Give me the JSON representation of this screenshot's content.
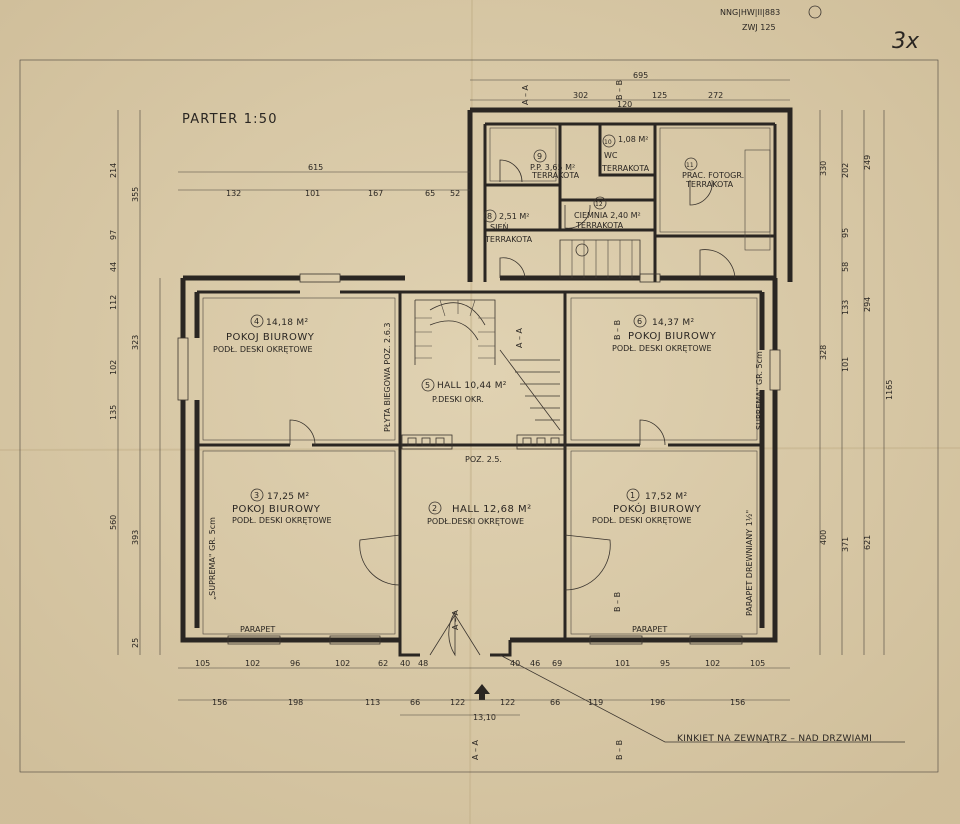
{
  "title": "PARTER 1:50",
  "sheet_marks": {
    "top_code": "NNG|HW|II|883",
    "top_code2": "ZWJ 125",
    "corner": "3x"
  },
  "rooms": [
    {
      "num": "1",
      "area": "17,52 M²",
      "name": "POKÓJ BIUROWY",
      "floor": "PODŁ. DESKI OKRĘTOWE"
    },
    {
      "num": "2",
      "area": "HALL 12,68 M²",
      "name": "",
      "floor": "PODŁ.DESKI OKRĘTOWE"
    },
    {
      "num": "3",
      "area": "17,25 M²",
      "name": "POKOJ BIUROWY",
      "floor": "PODŁ. DESKI OKRĘTOWE"
    },
    {
      "num": "4",
      "area": "14,18 M²",
      "name": "POKOJ BIUROWY",
      "floor": "PODŁ. DESKI OKRĘTOWE"
    },
    {
      "num": "5",
      "area": "HALL 10,44 M²",
      "name": "",
      "floor": "P.DESKI OKR."
    },
    {
      "num": "6",
      "area": "14,37 M²",
      "name": "POKOJ BIUROWY",
      "floor": "PODŁ. DESKI OKRĘTOWE"
    },
    {
      "num": "8",
      "area": "2,51 M²",
      "name": "SIEŃ",
      "floor": "TERRAKOTA"
    },
    {
      "num": "9",
      "area": "P.P. 3,65 M²",
      "name": "",
      "floor": "TERRAKOTA"
    },
    {
      "num": "10",
      "area": "1,08 M²",
      "name": "WC",
      "floor": "TERRAKOTA"
    },
    {
      "num": "11",
      "area": "PRAC. FOTOGR.",
      "name": "",
      "floor": "TERRAKOTA"
    },
    {
      "num": "12",
      "area": "CIEMNIA 2,40 M²",
      "name": "",
      "floor": "TERRAKOTA"
    }
  ],
  "labels": {
    "parapet": "PARAPET",
    "suprema_left": "„SUPREMA\" GR. 5cm",
    "suprema_right": "SUPREMA\" GR. 5cm",
    "parapet_right": "PARAPET DREWNIANY 1½\"",
    "plyta": "PŁYTA BIEGOWA POZ. 2.6.3",
    "poz": "POZ. 2.5.",
    "kinkiet": "KINKIET NA ZEWNĄTRZ – NAD DRZWIAMI",
    "section_aa": "A – A",
    "section_bb": "B – B",
    "total_width": "13,10"
  },
  "dims": {
    "top": [
      "695",
      "302",
      "125",
      "272",
      "120",
      "615",
      "132",
      "101",
      "167",
      "65",
      "52"
    ],
    "left": [
      "214",
      "355",
      "97",
      "44",
      "112",
      "323",
      "102",
      "135",
      "560",
      "393",
      "25"
    ],
    "right": [
      "330",
      "249",
      "202",
      "95",
      "58",
      "133",
      "294",
      "1165",
      "328",
      "101",
      "400",
      "371",
      "621"
    ],
    "bottom1": [
      "105",
      "102",
      "96",
      "102",
      "62",
      "40",
      "48",
      "40",
      "46",
      "69",
      "101",
      "95",
      "102",
      "105"
    ],
    "bottom2": [
      "156",
      "198",
      "113",
      "66",
      "122",
      "122",
      "66",
      "119",
      "196",
      "156"
    ]
  }
}
